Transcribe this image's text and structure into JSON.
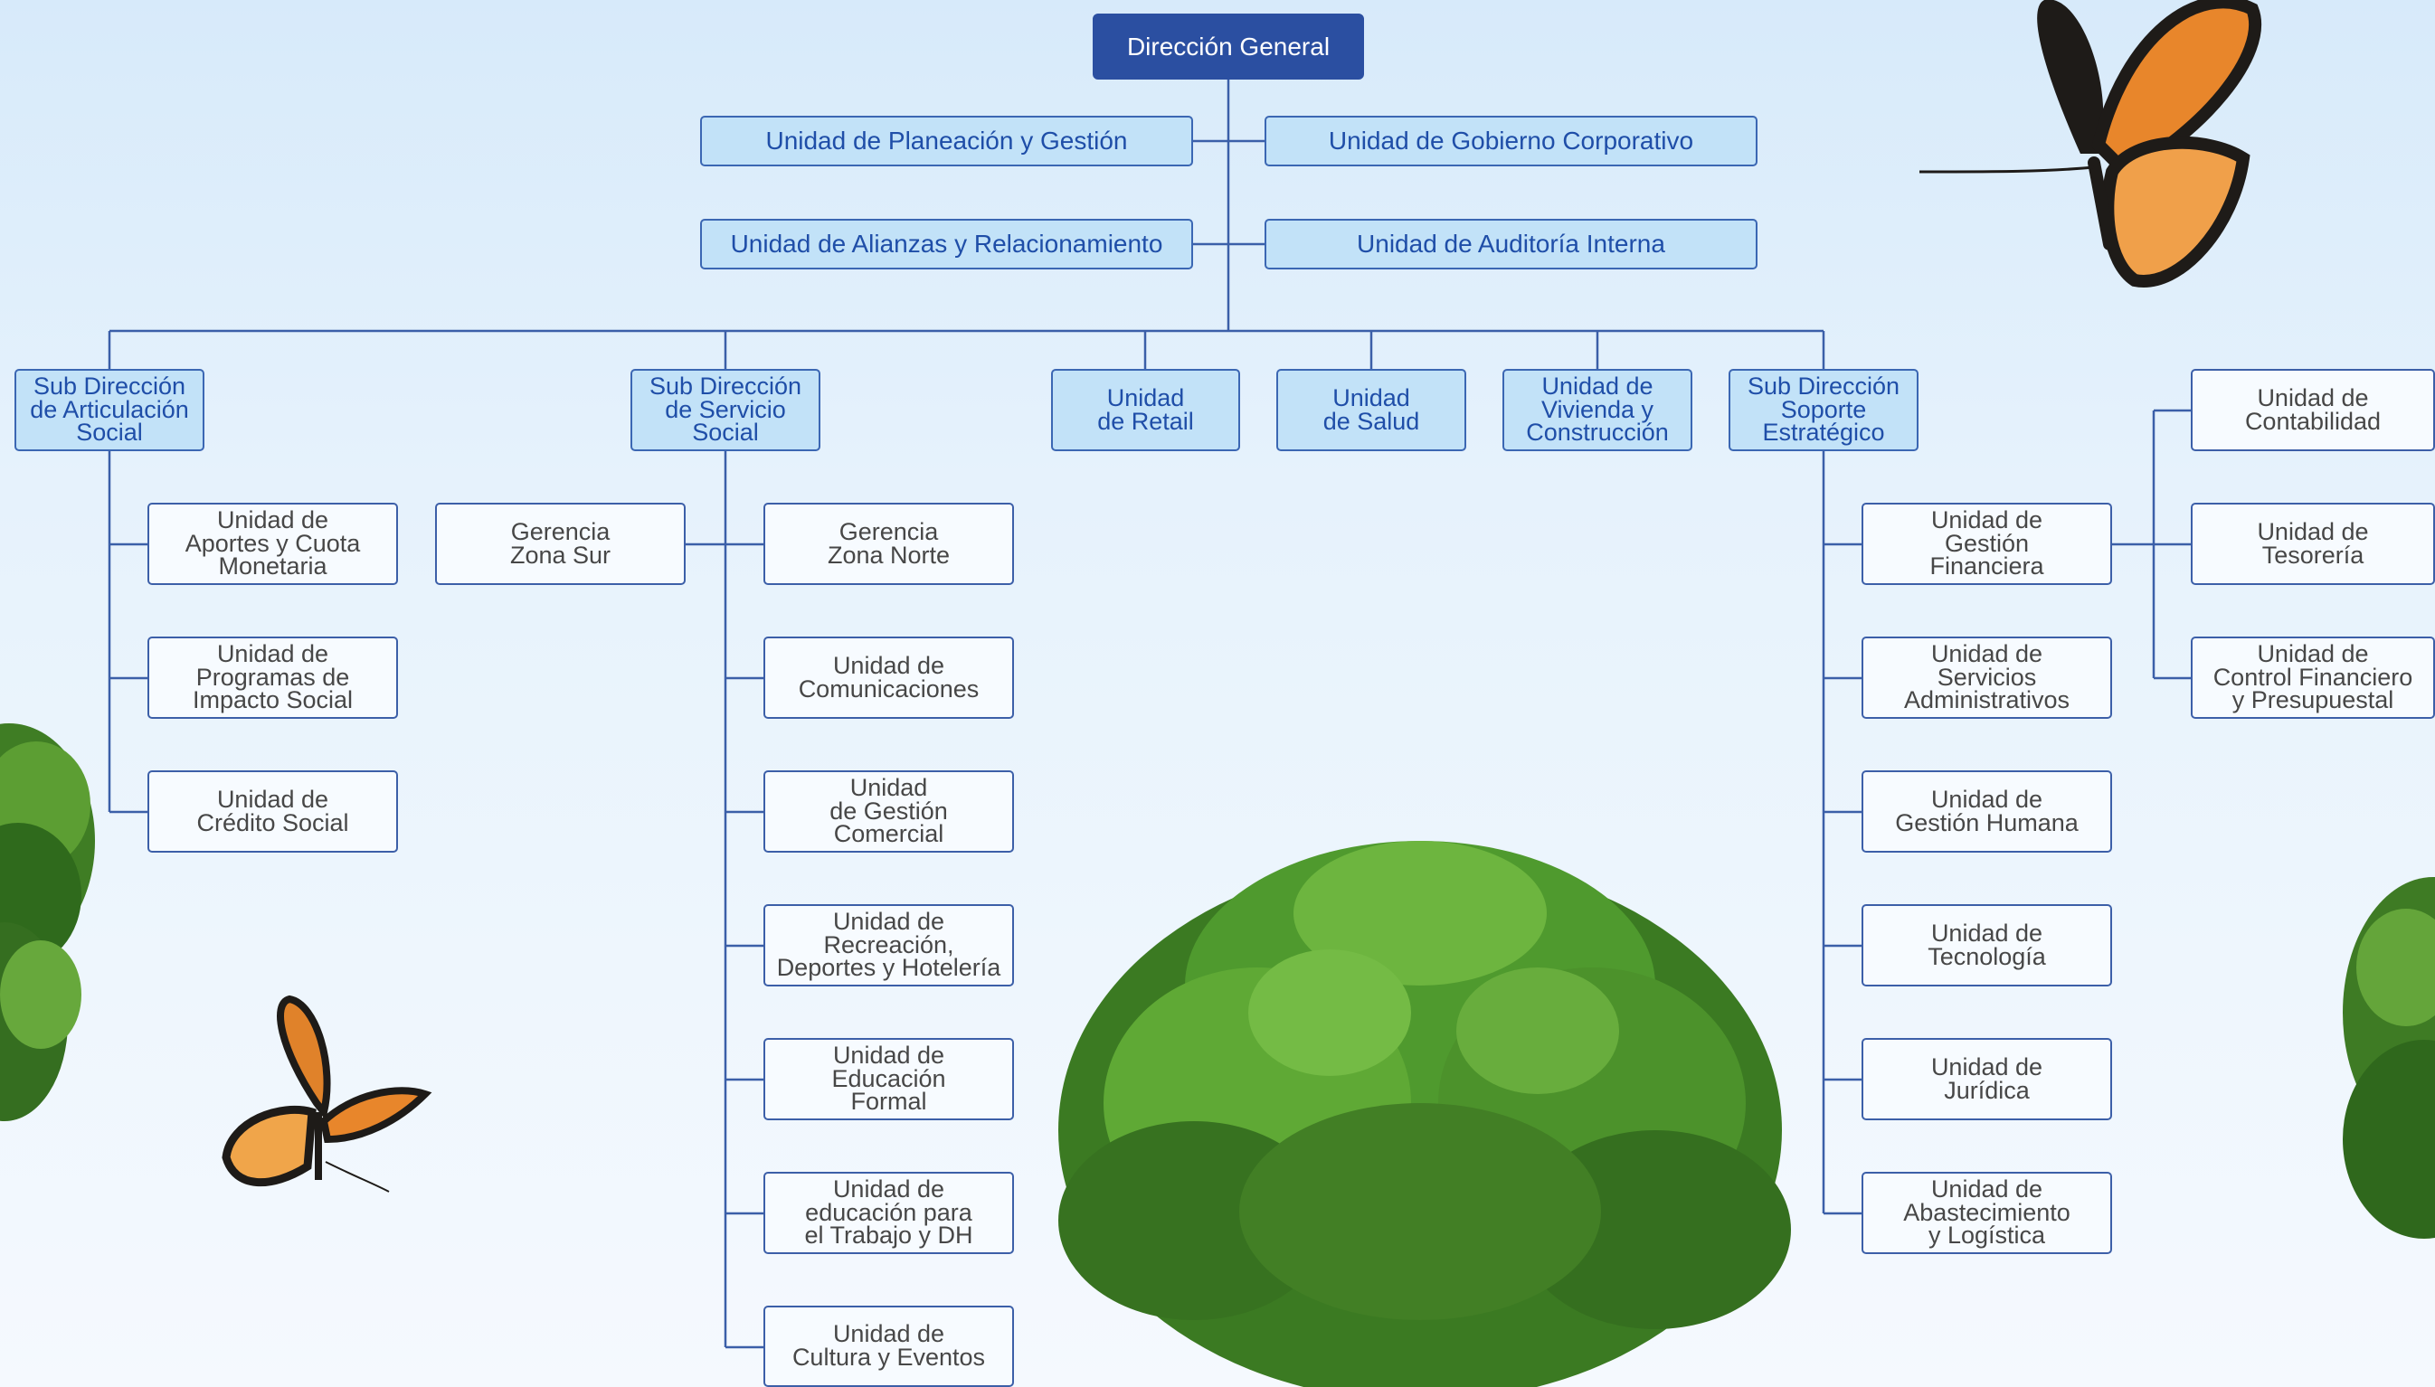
{
  "chart": {
    "root": "Dirección General",
    "staff_units": {
      "planeacion": "Unidad de Planeación y Gestión",
      "gobierno": "Unidad de Gobierno Corporativo",
      "alianzas": "Unidad de Alianzas y Relacionamiento",
      "auditoria": "Unidad de Auditoría Interna"
    },
    "branches": {
      "articulacion": {
        "title": "Sub Dirección\nde Articulación\nSocial",
        "units": [
          "Unidad de\nAportes y Cuota\nMonetaria",
          "Unidad de\nProgramas de\nImpacto Social",
          "Unidad de\nCrédito Social"
        ]
      },
      "servicio": {
        "title": "Sub Dirección\nde Servicio\nSocial",
        "gerencias": [
          "Gerencia\nZona Sur",
          "Gerencia\nZona Norte"
        ],
        "units": [
          "Unidad de\nComunicaciones",
          "Unidad\nde Gestión\nComercial",
          "Unidad de\nRecreación,\nDeportes y Hotelería",
          "Unidad de\nEducación\nFormal",
          "Unidad de\neducación para\nel Trabajo y DH",
          "Unidad de\nCultura y Eventos"
        ]
      },
      "retail": {
        "title": "Unidad\nde Retail"
      },
      "salud": {
        "title": "Unidad\nde Salud"
      },
      "vivienda": {
        "title": "Unidad de\nVivienda y\nConstrucción"
      },
      "soporte": {
        "title": "Sub Dirección\nSoporte\nEstratégico",
        "units": [
          "Unidad de\nGestión\nFinanciera",
          "Unidad de\nServicios\nAdministrativos",
          "Unidad de\nGestión Humana",
          "Unidad de\nTecnología",
          "Unidad de\nJurídica",
          "Unidad de\nAbastecimiento\ny Logística"
        ],
        "financiera_units": [
          "Unidad de\nContabilidad",
          "Unidad de\nTesorería",
          "Unidad de\nControl Financiero\ny Presupuestal"
        ]
      }
    }
  },
  "colors": {
    "root_fill": "#2b4fa1",
    "blue_fill": "#c2e2f8",
    "line": "#3b5fa8",
    "white_fill": "#f7fbff"
  },
  "decorations": [
    "butterfly-top-right",
    "butterfly-bottom-left",
    "tree",
    "foliage-left",
    "foliage-right"
  ]
}
